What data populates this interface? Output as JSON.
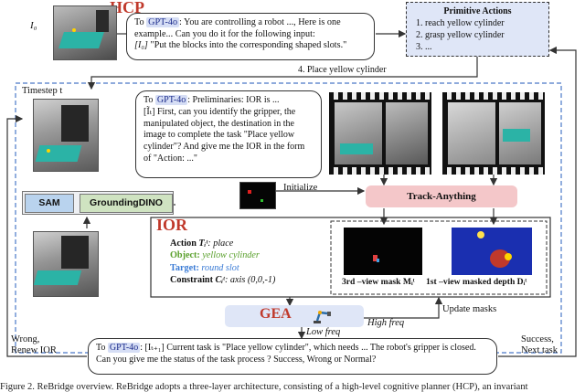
{
  "hcp": {
    "title": "HCP",
    "image_label": "I₀",
    "prompt": {
      "p1_prefix": "To ",
      "model": "GPT-4o",
      "p1_rest": ": You are controlling a robot ..., Here is one example... Can you do it for the following input:",
      "p2_label": "[I₀]",
      "p2_rest": " \"Put the blocks into the corresponding shaped slots.\""
    },
    "primitive_actions": {
      "title": "Primitive Actions",
      "items": [
        "1.  reach yellow cylinder",
        "2.  grasp yellow cylinder",
        "3.  ..."
      ]
    },
    "place_label": "4. Place yellow cylinder"
  },
  "timestep": {
    "label": "Timestep t",
    "prompt": {
      "l1_prefix": "To ",
      "model": "GPT-4o",
      "l1_rest": ": Preliminaries: IOR is ...",
      "l2": "[Ĩₜ] First, can you identify the gripper, the manipulated object, the destination in the image to complete the task \"Place yellow cylinder\"? And give me the IOR in the form of \"Action: ...\""
    },
    "initialize_label": "Initialize",
    "track_anything": "Track-Anything",
    "sam": "SAM",
    "grounding_dino": "GroundingDINO"
  },
  "ior": {
    "title": "IOR",
    "action_label": "Action ",
    "action_sym": "Tᵢᵗ",
    "action_value": ": place",
    "object_label": "Object: ",
    "object_value": "yellow cylinder",
    "target_label": "Target: ",
    "target_value": "round slot",
    "constraint_label": "Constraint ",
    "constraint_sym": "Cᵢᵗ",
    "constraint_value": ": axis (0,0,-1)",
    "mask_caption": "3rd –view mask Mᵢᵗ",
    "depth_caption": "1st –view masked depth Dᵢᵗ"
  },
  "gea": {
    "title": "GEA",
    "high_freq": "High freq",
    "low_freq": "Low freq",
    "update_masks": "Update masks"
  },
  "status_prompt": {
    "prefix": "To ",
    "model": "GPT-4o",
    "l1_rest": ": [Iₜ₊₁] Current task is \"Place yellow cylinder\", which needs ... The robot's gripper is closed.",
    "l2": "Can you give me the status of the task process ? Success, Wrong or Normal?"
  },
  "side_labels": {
    "wrong_l1": "Wrong,",
    "wrong_l2": "Renew IOR",
    "success_l1": "Success,",
    "success_l2": "Next task"
  },
  "caption": "Figure 2. ReBridge overview. ReBridge adopts a three-layer architecture, consisting of a high-level cognitive planner (HCP), an invariant",
  "colors": {
    "hcp_red": "#c0392b",
    "gpt_highlight": "#d6def5",
    "object_green": "#5aa02c",
    "target_blue": "#3a7bd5",
    "primitive_bg": "#dfe6f7",
    "dashed_blue": "#4a78c8",
    "track_pink": "#f4c7c9",
    "gea_bg": "#dfe6f7"
  }
}
